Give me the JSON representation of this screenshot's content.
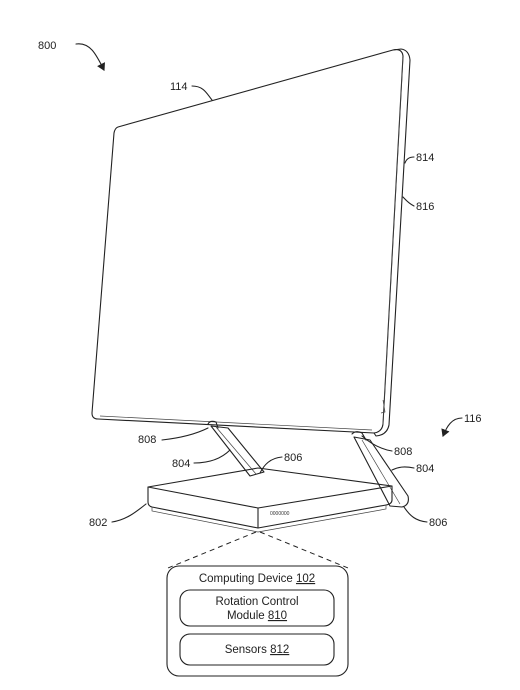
{
  "labels": {
    "fig": "800",
    "display": "114",
    "edge_a": "814",
    "edge_b": "816",
    "device_ref": "116",
    "hinge_left": "808",
    "hinge_right": "808",
    "arm_left": "804",
    "arm_right": "804",
    "pivot_left": "806",
    "pivot_right": "806",
    "base": "802"
  },
  "base_mark": "0000000",
  "computing_device": {
    "title": "Computing Device ",
    "title_num": "102",
    "module_line1": "Rotation Control",
    "module_line2": "Module ",
    "module_num": "810",
    "sensors": "Sensors ",
    "sensors_num": "812"
  }
}
